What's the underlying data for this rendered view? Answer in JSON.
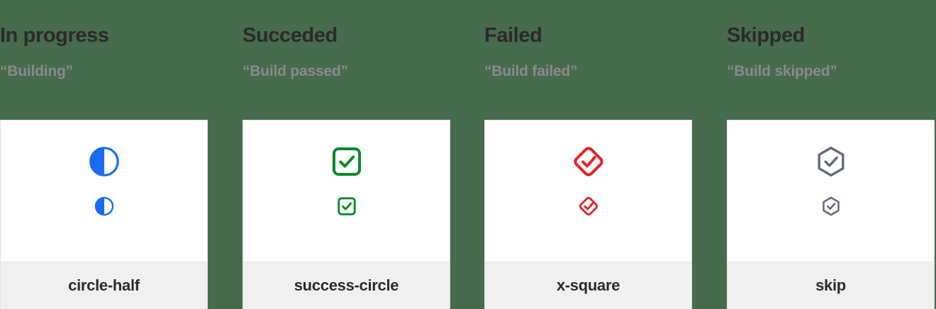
{
  "background_color": "#476b4d",
  "columns": [
    {
      "heading": "In progress",
      "subtitle": "“Building”",
      "icon_name": "circle-half-icon",
      "icon_color": "#1a6bf2",
      "card_label": "circle-half"
    },
    {
      "heading": "Succeded",
      "subtitle": "“Build passed”",
      "icon_name": "success-circle-icon",
      "icon_color": "#0a8a28",
      "card_label": "success-circle"
    },
    {
      "heading": "Failed",
      "subtitle": "“Build failed”",
      "icon_name": "x-square-icon",
      "icon_color": "#e32227",
      "card_label": "x-square"
    },
    {
      "heading": "Skipped",
      "subtitle": "“Build skipped”",
      "icon_name": "skip-icon",
      "icon_color": "#616a7d",
      "card_label": "skip"
    }
  ]
}
